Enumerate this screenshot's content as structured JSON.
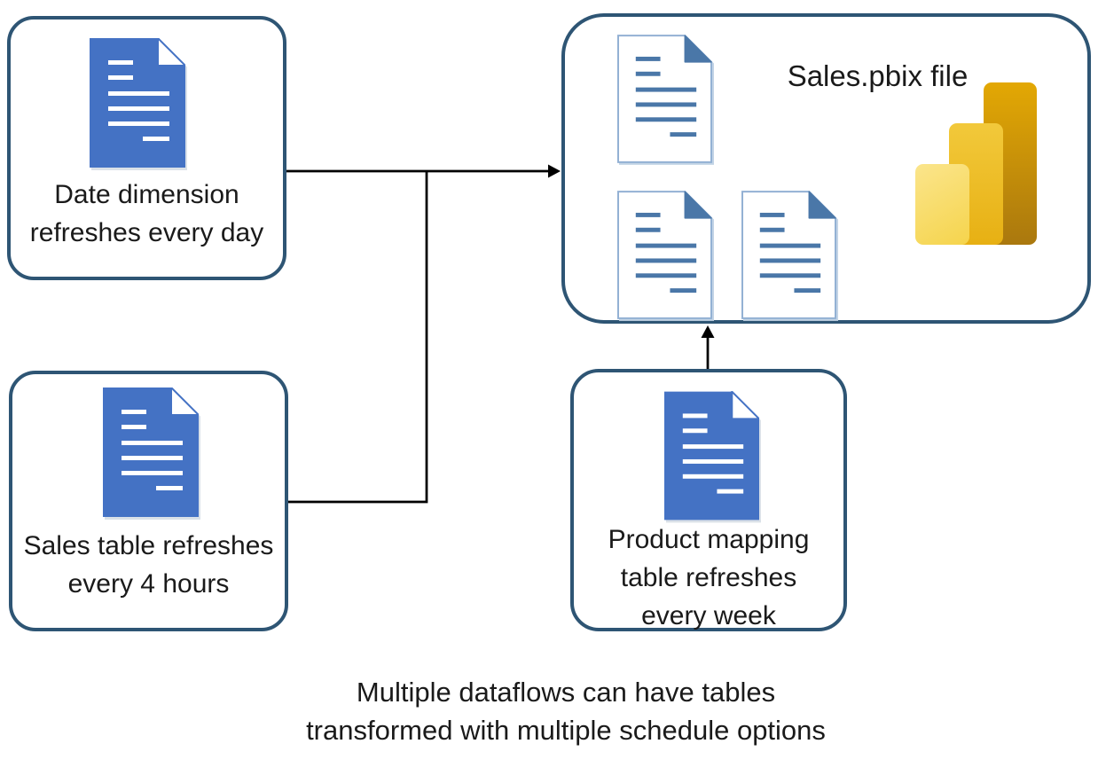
{
  "diagram": {
    "nodes": {
      "date_dimension": {
        "label_lines": [
          "Date dimension",
          "refreshes every day"
        ]
      },
      "sales_table": {
        "label_lines": [
          "Sales table refreshes",
          "every 4 hours"
        ]
      },
      "product_mapping": {
        "label_lines": [
          "Product mapping",
          "table refreshes",
          "every week"
        ]
      },
      "pbix_file": {
        "title": "Sales.pbix file"
      }
    },
    "caption": {
      "line1": "Multiple dataflows can have tables",
      "line2": "transformed with multiple schedule options"
    },
    "icons": {
      "blue_document": "document-icon",
      "outline_document": "document-outline-icon",
      "power_bi_logo": "power-bi-logo-icon",
      "arrow_right": "arrow-right-connector",
      "arrow_up": "arrow-up-connector"
    },
    "colors": {
      "node_border": "#2E5574",
      "document_fill": "#4472C4",
      "document_line": "#4A77A8",
      "document_outline": "#93B1D4",
      "connector": "#000000",
      "text": "#1A1A1A",
      "powerbi_light": "#F7DC6E",
      "powerbi_mid": "#EDBE25",
      "powerbi_dark": "#C18B0D"
    }
  }
}
